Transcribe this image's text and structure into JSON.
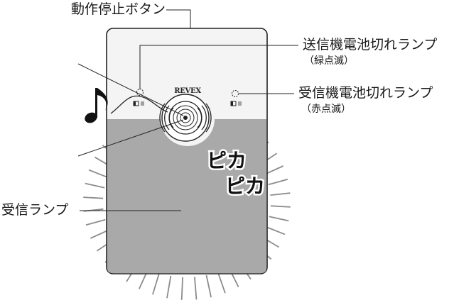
{
  "labels": {
    "stop_button": "動作停止ボタン",
    "send_battery_lamp": "送信機電池切れランプ",
    "send_battery_lamp_note": "（緑点滅）",
    "recv_battery_lamp": "受信機電池切れランプ",
    "recv_battery_lamp_note": "（赤点滅）",
    "recv_lamp": "受信ランプ"
  },
  "device": {
    "brand": "REVEX"
  },
  "effect": {
    "flash_line_1": "ピカ",
    "flash_line_2": "ピカ"
  },
  "colors": {
    "lamp_fill": "#a9a9a9",
    "device_body": "#f4f4f4",
    "ray": "#8c8c8c"
  },
  "icons": {
    "sound": "music-note-icon",
    "button": "speaker-button-icon"
  }
}
